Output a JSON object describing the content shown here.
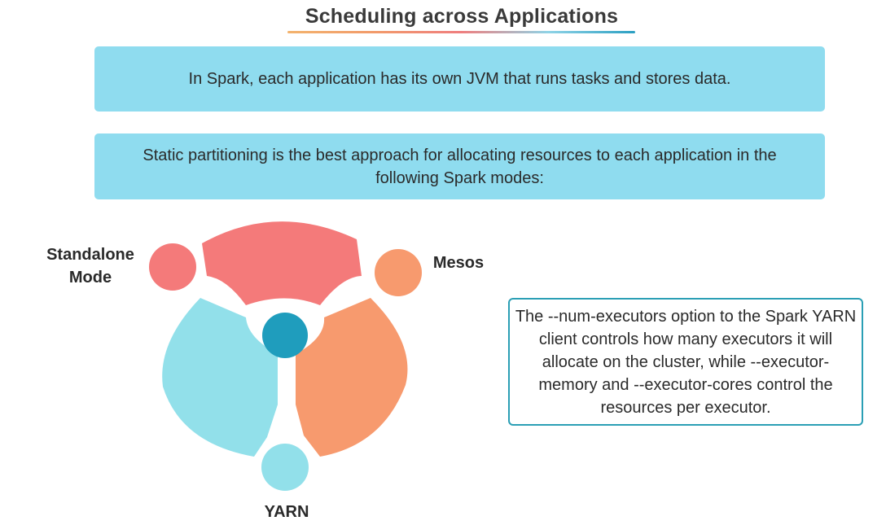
{
  "title": "Scheduling across Applications",
  "boxes": {
    "jvm": "In Spark, each application has its own JVM that runs tasks and stores data.",
    "static": "Static partitioning is the best approach for allocating resources to each application in the following Spark modes:"
  },
  "modes": {
    "standalone": "Standalone Mode",
    "mesos": "Mesos",
    "yarn": "YARN"
  },
  "info": "The --num-executors option to the Spark YARN client controls how many executors it will allocate on the cluster, while --executor-memory and --executor-cores control the resources per executor.",
  "colors": {
    "box": "#8fdcef",
    "red": "#f47a7a",
    "orange": "#f79a6e",
    "cyan": "#92e0ea",
    "center": "#1f9dbd",
    "border": "#2b9fb5"
  }
}
